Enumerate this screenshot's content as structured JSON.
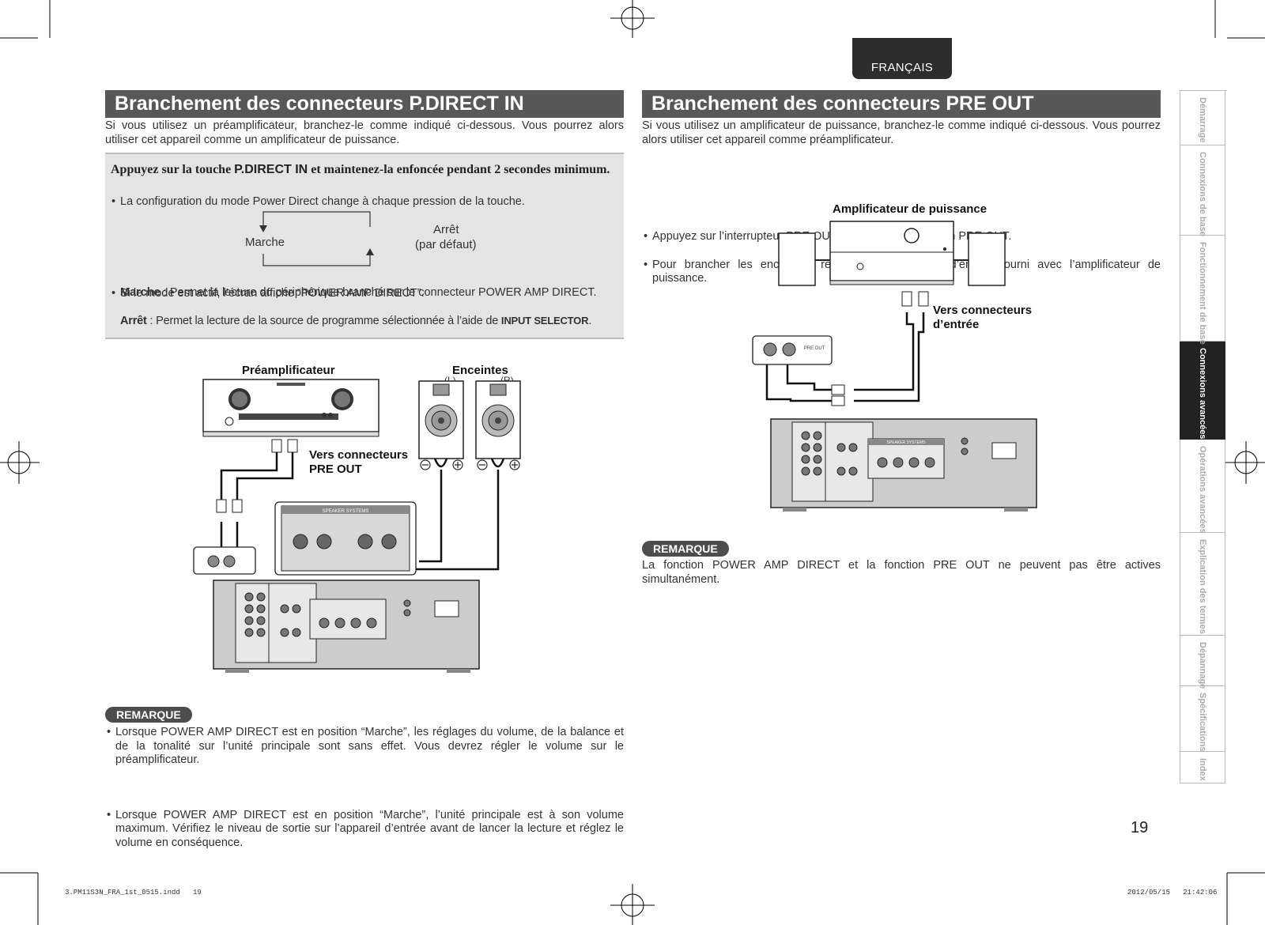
{
  "language_tab": "FRANÇAIS",
  "left": {
    "title": "Branchement des connecteurs P.DIRECT IN",
    "intro": "Si vous utilisez un préamplificateur, branchez-le comme indiqué ci-dessous. Vous pourrez alors utiliser cet appareil comme un amplificateur de puissance.",
    "box": {
      "instruction_1": "Appuyez sur la touche ",
      "instruction_key": "P.DIRECT IN",
      "instruction_2": " et maintenez-la enfoncée pendant 2 secondes minimum.",
      "bullet_1": "La configuration du mode Power Direct change à chaque pression de la touche.",
      "cycle_on": "Marche",
      "cycle_off": "Arrêt",
      "cycle_default": "(par défaut)",
      "bullet_2": "Si le mode est actif, l’écran affiche “POWER AMP DIRECT”.",
      "on_term": "Marche",
      "on_desc": " : Permet la lecture du périphérique branché sur le connecteur POWER AMP DIRECT.",
      "off_term": "Arrêt",
      "off_desc": " : Permet la lecture de la source de programme sélectionnée à l’aide de ",
      "off_key": "INPUT SELECTOR",
      "off_end": "."
    },
    "diagram": {
      "preamp_label": "Préamplificateur",
      "speakers_label": "Enceintes",
      "speaker_l": "(L)",
      "speaker_r": "(R)",
      "connector_label_1": "Vers connecteurs",
      "connector_label_2": "PRE OUT",
      "speaker_systems": "SPEAKER SYSTEMS"
    },
    "remarque_label": "REMARQUE",
    "notes": [
      "Lorsque POWER AMP DIRECT est en position “Marche”, les réglages du volume, de la balance et de la tonalité sur l’unité principale sont sans effet. Vous devrez régler le volume sur le préamplificateur.",
      "Lorsque POWER AMP DIRECT est en position “Marche”, l’unité principale est à son volume maximum. Vérifiez le niveau de sortie sur l’appareil d’entrée avant de lancer la lecture et réglez le volume en conséquence."
    ]
  },
  "right": {
    "title": "Branchement des connecteurs PRE OUT",
    "intro": "Si vous utilisez un amplificateur de puissance, branchez-le comme indiqué ci-dessous. Vous pourrez alors utiliser cet appareil comme préamplificateur.",
    "bullets": [
      "Appuyez sur l’interrupteur PRE OUT pour activer la fonction PRE OUT.",
      "Pour brancher les enceintes, référez-vous au mode d’emploi fourni avec l’amplificateur de puissance."
    ],
    "diagram": {
      "amp_label": "Amplificateur de puissance",
      "connector_label_1": "Vers connecteurs",
      "connector_label_2": "d’entrée",
      "pre_out": "PRE OUT",
      "speaker_systems": "SPEAKER SYSTEMS"
    },
    "remarque_label": "REMARQUE",
    "note": "La fonction POWER AMP DIRECT et la fonction PRE OUT ne peuvent pas être actives simultanément."
  },
  "side_tabs": [
    {
      "label": "Démarrage",
      "active": false
    },
    {
      "label": "Connexions de base",
      "active": false
    },
    {
      "label": "Fonctionnement de base",
      "active": false
    },
    {
      "label": "Connexions avancées",
      "active": true
    },
    {
      "label": "Opérations avancées",
      "active": false
    },
    {
      "label": "Explication des termes",
      "active": false
    },
    {
      "label": "Dépannage",
      "active": false
    },
    {
      "label": "Spécifications",
      "active": false
    },
    {
      "label": "Index",
      "active": false
    }
  ],
  "page_number": "19",
  "footer_left": "3.PM11S3N_FRA_1st_0515.indd   19",
  "footer_right": "2012/05/15   21:42:06"
}
